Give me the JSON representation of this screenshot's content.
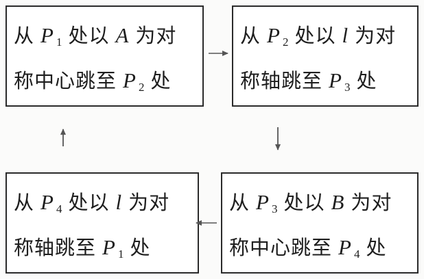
{
  "boxes": [
    {
      "lines": [
        [
          {
            "t": "从"
          },
          {
            "v": "P",
            "sub": "1"
          },
          {
            "t": "处以"
          },
          {
            "v": "A"
          },
          {
            "t": "为对"
          }
        ],
        [
          {
            "t": "称中心跳至"
          },
          {
            "v": "P",
            "sub": "2"
          },
          {
            "t": "处"
          }
        ]
      ]
    },
    {
      "lines": [
        [
          {
            "t": "从"
          },
          {
            "v": "P",
            "sub": "2"
          },
          {
            "t": "处以"
          },
          {
            "v": "l"
          },
          {
            "t": "为对"
          }
        ],
        [
          {
            "t": "称轴跳至"
          },
          {
            "v": "P",
            "sub": "3"
          },
          {
            "t": "处"
          }
        ]
      ]
    },
    {
      "lines": [
        [
          {
            "t": "从"
          },
          {
            "v": "P",
            "sub": "3"
          },
          {
            "t": "处以"
          },
          {
            "v": "B"
          },
          {
            "t": "为对"
          }
        ],
        [
          {
            "t": "称中心跳至"
          },
          {
            "v": "P",
            "sub": "4"
          },
          {
            "t": "处"
          }
        ]
      ]
    },
    {
      "lines": [
        [
          {
            "t": "从"
          },
          {
            "v": "P",
            "sub": "4"
          },
          {
            "t": "处以"
          },
          {
            "v": "l"
          },
          {
            "t": "为对"
          }
        ],
        [
          {
            "t": "称轴跳至"
          },
          {
            "v": "P",
            "sub": "1"
          },
          {
            "t": "处"
          }
        ]
      ]
    }
  ],
  "arrows": [
    {
      "from": 0,
      "to": 1,
      "direction": "right"
    },
    {
      "from": 1,
      "to": 2,
      "direction": "down"
    },
    {
      "from": 2,
      "to": 3,
      "direction": "left"
    },
    {
      "from": 3,
      "to": 0,
      "direction": "up"
    }
  ],
  "colors": {
    "border": "#2a2a2a",
    "text": "#1e1e1e",
    "arrow": "#555555"
  }
}
